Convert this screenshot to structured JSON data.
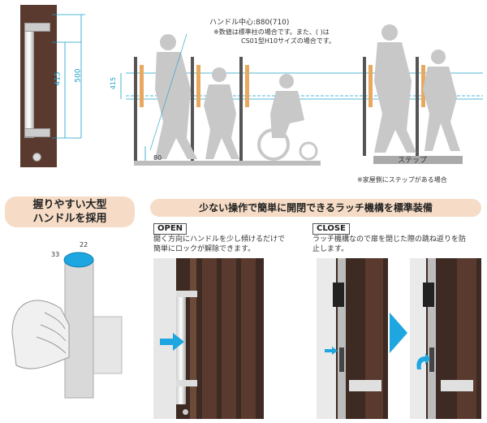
{
  "top": {
    "dim_500": "500",
    "dim_415_left": "415",
    "dim_415_mid": "415",
    "dim_80": "80",
    "handle_center": "ハンドル中心:880(710)",
    "note_line1": "※数値は標準柱の場合です。また、( )は",
    "note_line2": "CS01型H10サイズの場合です。",
    "step_label": "ステップ",
    "step_note": "※家屋側にステップがある場合"
  },
  "bottom_left": {
    "title_line1": "握りやすい大型",
    "title_line2": "ハンドルを採用",
    "dim_33": "33",
    "dim_22": "22"
  },
  "bottom_right": {
    "title": "少ない操作で簡単に開閉できるラッチ機構を標準装備",
    "open_tag": "OPEN",
    "open_text_line1": "開く方向にハンドルを少し傾けるだけで",
    "open_text_line2": "簡単にロックが解除できます。",
    "close_tag": "CLOSE",
    "close_text_line1": "ラッチ機構なので扉を閉じた際の跳ね返りを防",
    "close_text_line2": "止します。"
  },
  "colors": {
    "wood": "#5a3a2e",
    "accent_blue": "#1aa0c8",
    "pill_bg": "#f6dcc6",
    "silhouette": "#c8c8c8"
  }
}
